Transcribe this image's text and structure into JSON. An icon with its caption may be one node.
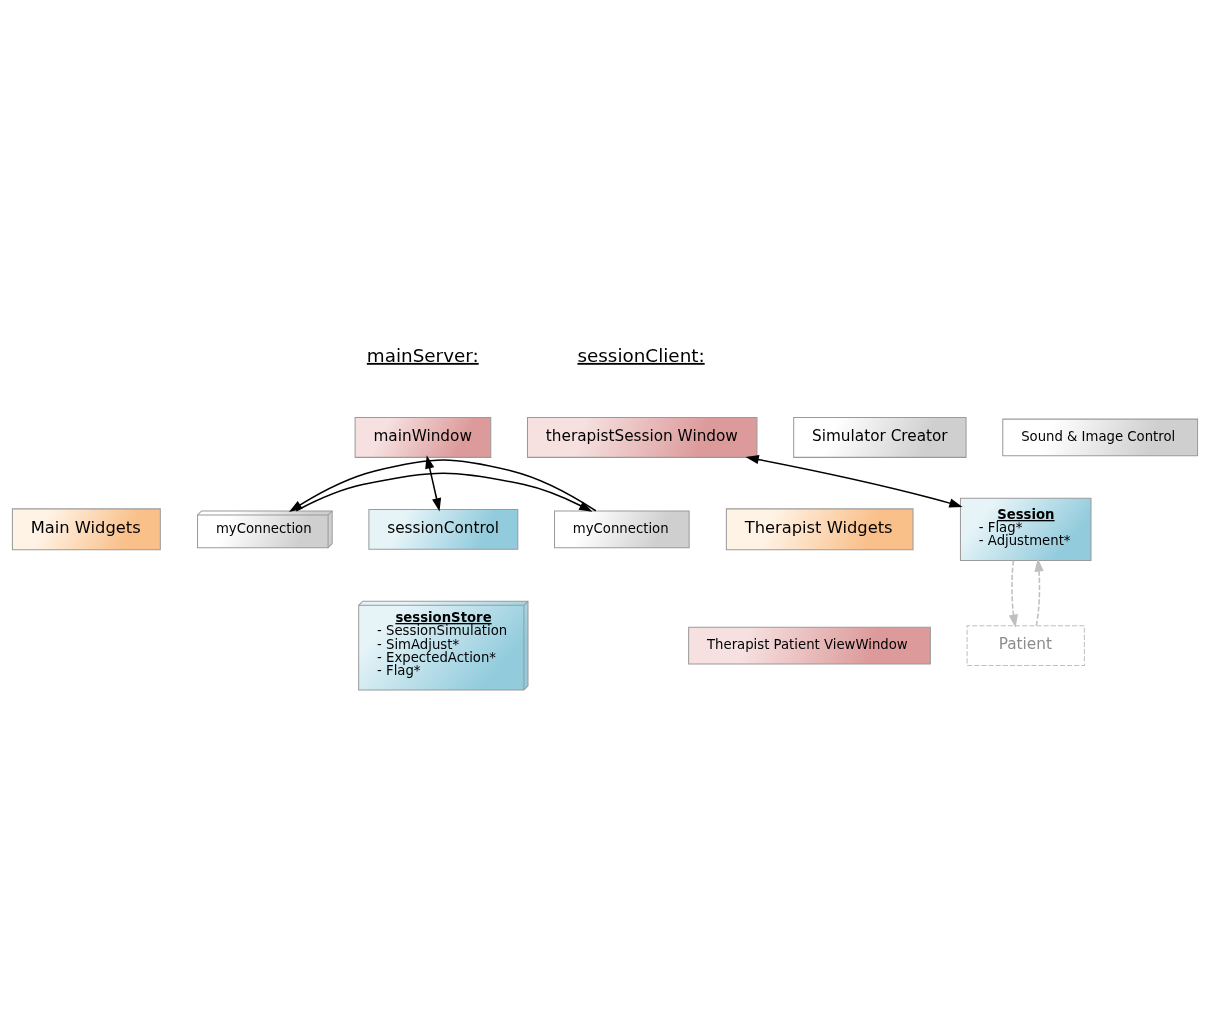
{
  "diagram": {
    "nodes": [
      {
        "text": [
          "Simulator Creator"
        ]
      },
      {
        "text": [
          "mainWindow"
        ]
      },
      {
        "text": [
          "myConnection"
        ]
      },
      {
        "text": [
          "Main Widgets"
        ]
      },
      {
        "text": [
          "sessionControl"
        ]
      },
      {
        "text": [
          "sessionStore",
          "- SessionSimulation",
          "- SimAdjust*",
          "- ExpectedAction*",
          "- Flag*"
        ]
      },
      {
        "text": [
          "therapistSession Window"
        ]
      },
      {
        "text": [
          "myConnection"
        ]
      },
      {
        "text": [
          "Therapist Widgets"
        ]
      },
      {
        "text": [
          "Sound & Image Control"
        ]
      },
      {
        "text": [
          "Therapist Patient ViewWindow"
        ]
      },
      {
        "text": [
          "Session",
          "- Flag*",
          "- Adjustment*"
        ]
      },
      {
        "text": [
          "Patient"
        ]
      }
    ],
    "edges": [
      {
        "from": 2,
        "to": 7,
        "arrow": "to"
      },
      {
        "from": 7,
        "to": 2,
        "arrow": "to"
      },
      {
        "from": 1,
        "to": 4,
        "arrow": "both"
      },
      {
        "from": 6,
        "to": 11,
        "arrow": "both"
      },
      {
        "from": 11,
        "to": 12,
        "arrow": "to",
        "style": "dashed",
        "color": "#bfbfbf"
      },
      {
        "from": 12,
        "to": 11,
        "arrow": "to",
        "style": "dashed",
        "color": "#bfbfbf"
      }
    ],
    "labels": [
      "mainServer:",
      "sessionClient:"
    ]
  }
}
